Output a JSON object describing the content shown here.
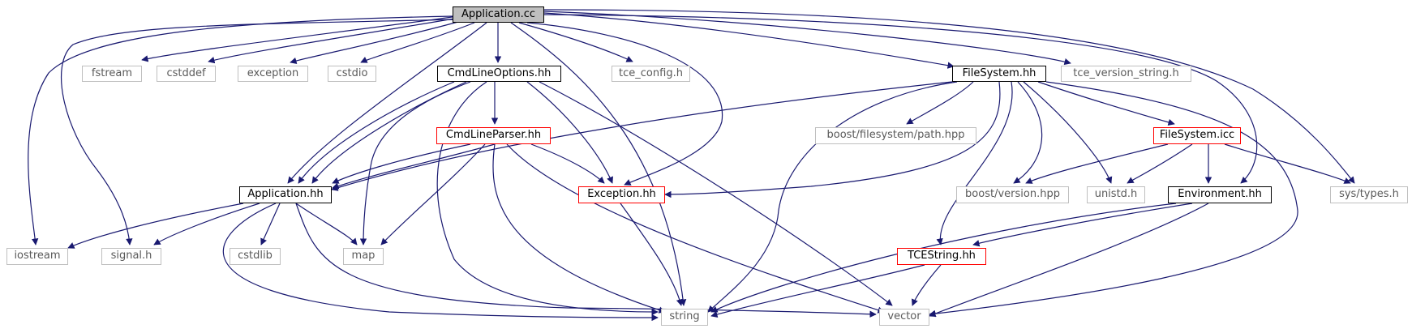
{
  "colors": {
    "edge": "#191970",
    "root_fill": "#bfbfbf",
    "highlight_border": "#ff0000",
    "system_border": "#bfbfbf"
  },
  "nodes": {
    "application_cc": "Application.cc",
    "fstream": "fstream",
    "cstddef": "cstddef",
    "exception": "exception",
    "cstdio": "cstdio",
    "cmdlineoptions_hh": "CmdLineOptions.hh",
    "tce_config_h": "tce_config.h",
    "filesystem_hh": "FileSystem.hh",
    "tce_version_string_h": "tce_version_string.h",
    "cmdlineparser_hh": "CmdLineParser.hh",
    "boost_filesystem_path_hpp": "boost/filesystem/path.hpp",
    "filesystem_icc": "FileSystem.icc",
    "application_hh": "Application.hh",
    "exception_hh": "Exception.hh",
    "boost_version_hpp": "boost/version.hpp",
    "unistd_h": "unistd.h",
    "environment_hh": "Environment.hh",
    "sys_types_h": "sys/types.h",
    "iostream": "iostream",
    "signal_h": "signal.h",
    "cstdlib": "cstdlib",
    "map": "map",
    "tcestring_hh": "TCEString.hh",
    "string": "string",
    "vector": "vector"
  }
}
